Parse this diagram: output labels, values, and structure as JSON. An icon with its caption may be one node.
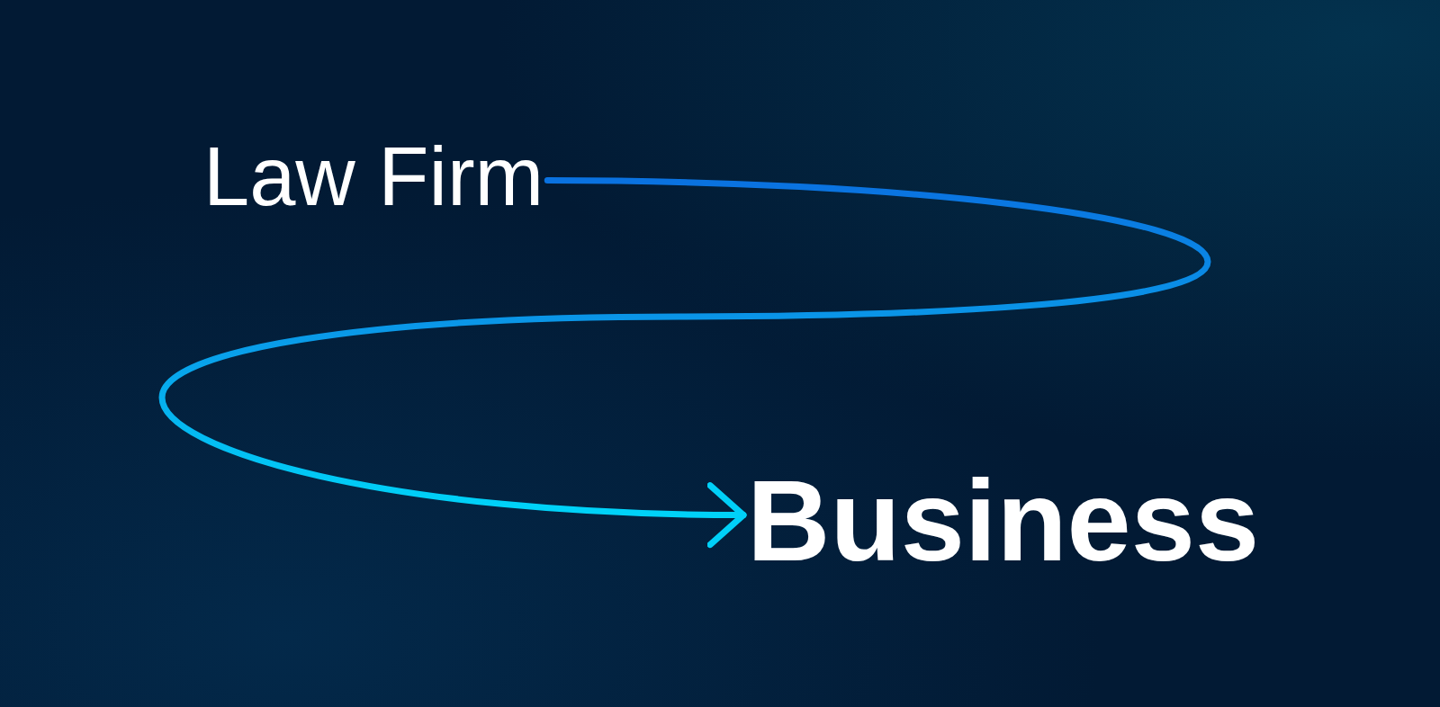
{
  "diagram": {
    "nodes": [
      {
        "text": [
          "Law Firm"
        ]
      },
      {
        "text": [
          "Business"
        ]
      }
    ],
    "edges": [
      {
        "from": 0,
        "to": 1,
        "arrow": "to"
      }
    ]
  }
}
